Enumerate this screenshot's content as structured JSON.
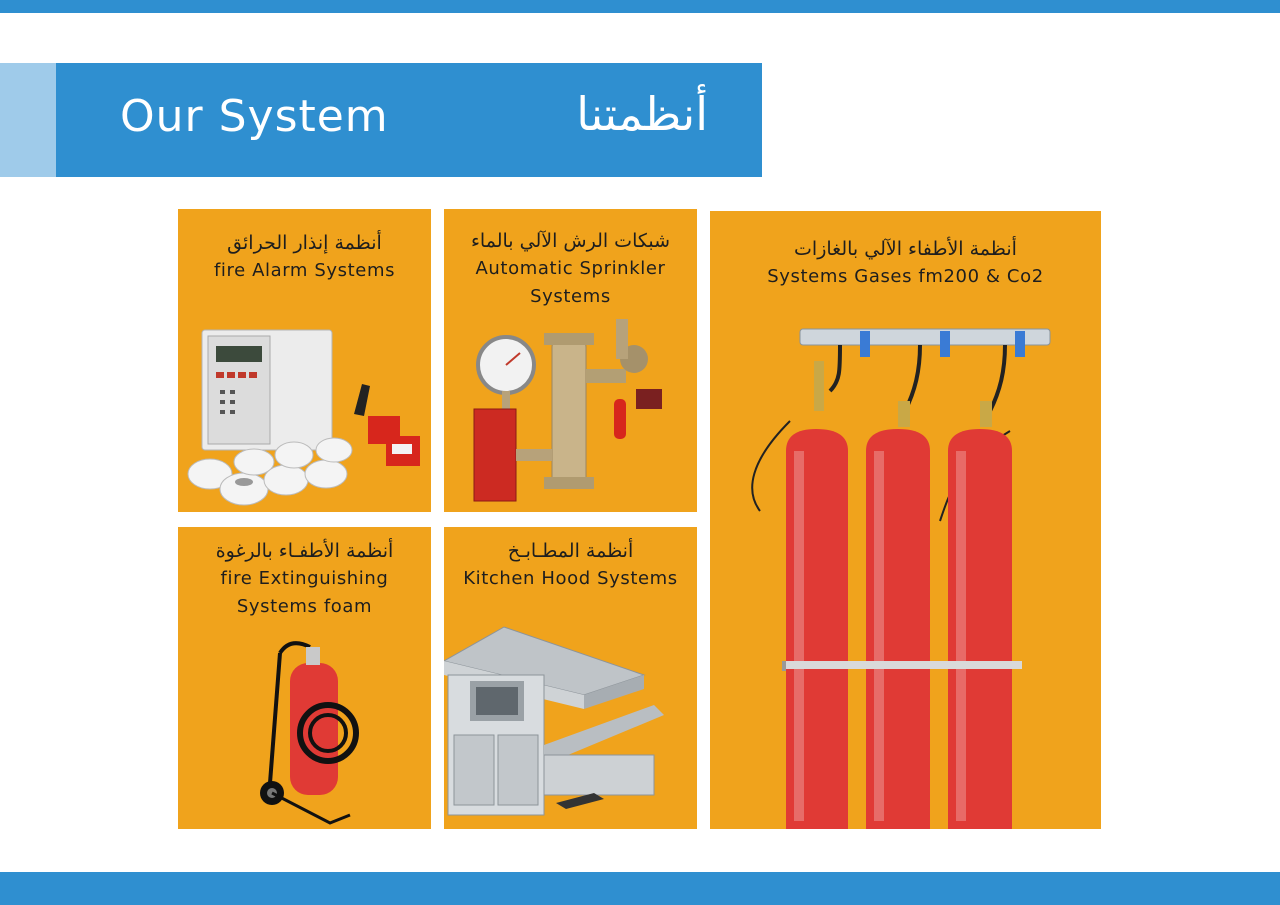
{
  "header": {
    "title_en": "Our System",
    "title_ar": "أنظمتنا"
  },
  "cards": [
    {
      "title_ar": "أنظمة إنذار الحرائق",
      "title_en": "fire Alarm Systems"
    },
    {
      "title_ar": "شبكات الرش الآلي بالماء",
      "title_en": "Automatic Sprinkler Systems"
    },
    {
      "title_ar": "أنظمة الأطفاء الآلي بالغازات",
      "title_en": "Systems Gases fm200 & Co2"
    },
    {
      "title_ar": "أنظمة الأطفـاء بالرغوة",
      "title_en": "fire Extinguishing Systems foam"
    },
    {
      "title_ar": "أنظمة المطـابـخ",
      "title_en": "Kitchen Hood Systems"
    }
  ],
  "colors": {
    "brand_blue": "#2f8fd0",
    "light_blue": "#9fcbea",
    "card_orange": "#f0a31c",
    "cylinder_red": "#e03a35"
  },
  "icons": [
    "fire-alarm-panel-icon",
    "sprinkler-valve-icon",
    "gas-cylinders-icon",
    "foam-extinguisher-icon",
    "kitchen-hood-icon"
  ]
}
